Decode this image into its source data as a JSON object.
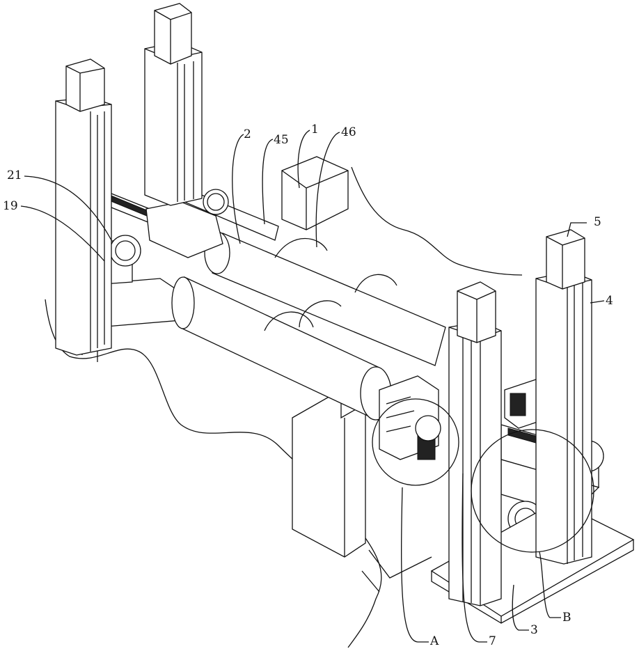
{
  "figure": {
    "labels": {
      "part_2": "2",
      "part_45": "45",
      "part_1": "1",
      "part_46": "46",
      "part_21": "21",
      "part_19": "19",
      "part_5": "5",
      "part_4": "4",
      "detail_A": "A",
      "part_7": "7",
      "part_3": "3",
      "detail_B": "B"
    },
    "colors": {
      "line": "#111111",
      "background": "#ffffff"
    }
  }
}
